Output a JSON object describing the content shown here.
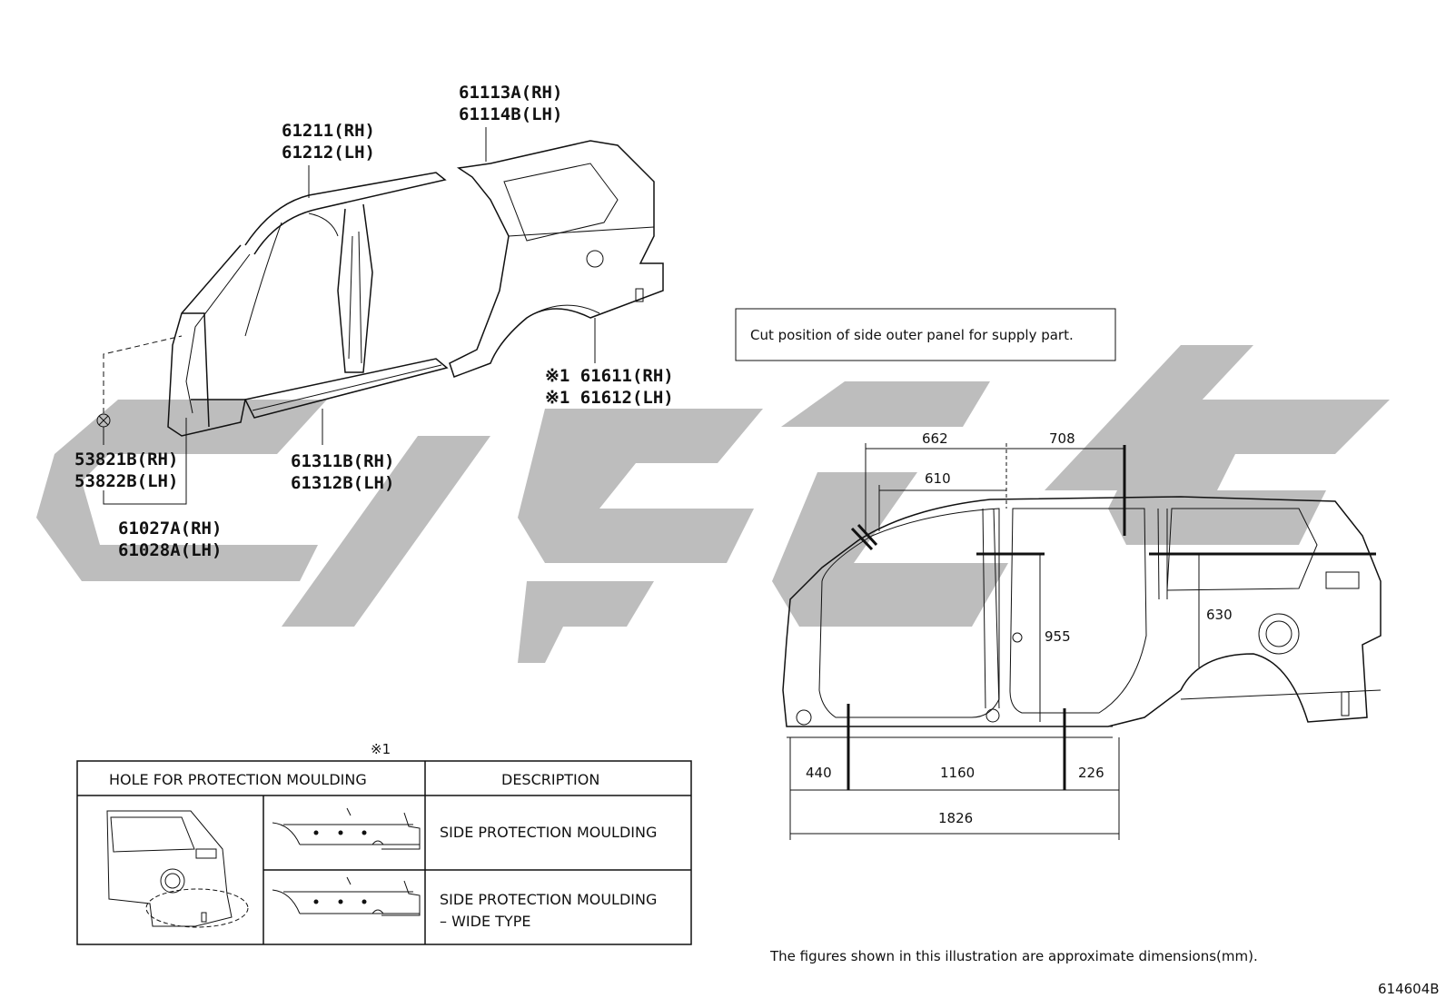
{
  "parts": {
    "rail_rh": "61211(RH)",
    "rail_lh": "61212(LH)",
    "quarter_rh": "61113A(RH)",
    "quarter_lh": "61114B(LH)",
    "outer_rh": "※1 61611(RH)",
    "outer_lh": "※1 61612(LH)",
    "plug_rh": "53821B(RH)",
    "plug_lh": "53822B(LH)",
    "rocker_rh": "61311B(RH)",
    "rocker_lh": "61312B(LH)",
    "pillar_rh": "61027A(RH)",
    "pillar_lh": "61028A(LH)"
  },
  "cut_note": "Cut position of side outer panel for supply part.",
  "dimensions": {
    "d662": "662",
    "d708": "708",
    "d610": "610",
    "d955": "955",
    "d630": "630",
    "d440": "440",
    "d1160": "1160",
    "d226": "226",
    "d1826": "1826"
  },
  "table": {
    "mark": "※1",
    "header_left": "HOLE FOR PROTECTION MOULDING",
    "header_right": "DESCRIPTION",
    "row1": "SIDE PROTECTION MOULDING",
    "row2_line1": "SIDE PROTECTION MOULDING",
    "row2_line2": "– WIDE TYPE"
  },
  "footer_note": "The figures shown in this illustration are approximate dimensions(mm).",
  "figure_id": "614604B"
}
